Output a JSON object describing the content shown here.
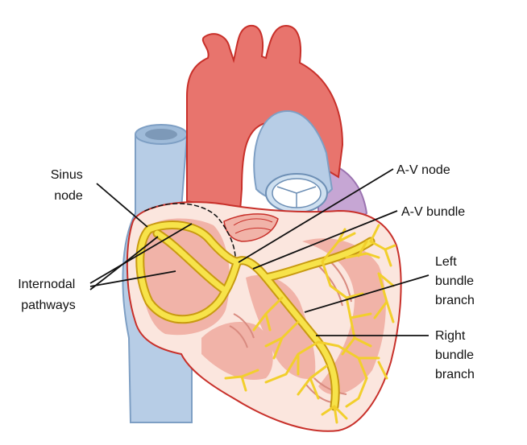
{
  "labels": {
    "sinus_node": [
      "Sinus",
      "node"
    ],
    "internodal_pathways": [
      "Internodal",
      "pathways"
    ],
    "av_node": [
      "A-V node"
    ],
    "av_bundle": [
      "A-V bundle"
    ],
    "left_bundle_branch": [
      "Left",
      "bundle",
      "branch"
    ],
    "right_bundle_branch": [
      "Right",
      "bundle",
      "branch"
    ]
  },
  "colors": {
    "aorta": "#e8746d",
    "aorta_outline": "#c8302a",
    "vena_cava": "#b7cde6",
    "vena_cava_outline": "#7e9fc4",
    "pulmonary": "#c6a6d4",
    "heart_outline": "#c8302a",
    "heart_interior": "#fbe6de",
    "muscle": "#f1b3a8",
    "conduction": "#f7e34a",
    "conduction_outline": "#c89a10",
    "leader_line": "#111111"
  }
}
